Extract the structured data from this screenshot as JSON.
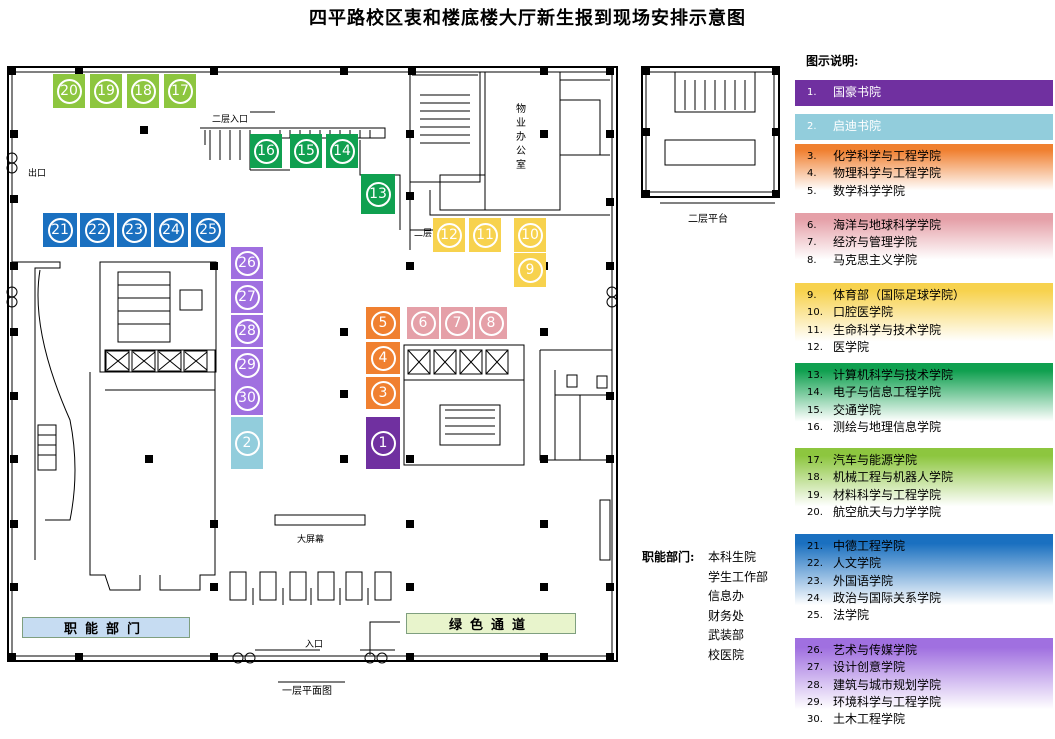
{
  "title": "四平路校区衷和楼底楼大厅新生报到现场安排示意图",
  "plan_labels": {
    "exit": "出口",
    "entrance": "入口",
    "second_floor_entrance": "二层入口",
    "second_floor_short": "二层",
    "property_office": [
      "物",
      "业",
      "办",
      "公",
      "室"
    ],
    "big_screen": "大屏幕",
    "floor1_caption": "一层平面图",
    "floor2_caption": "二层平台",
    "functional_zone": "职能部门",
    "green_channel": "绿色通道"
  },
  "booths": [
    {
      "n": "1",
      "color": "#7030a0"
    },
    {
      "n": "2",
      "color": "#92cddc"
    },
    {
      "n": "3",
      "color": "#f08030"
    },
    {
      "n": "4",
      "color": "#f08030"
    },
    {
      "n": "5",
      "color": "#f08030"
    },
    {
      "n": "6",
      "color": "#e5a0a8"
    },
    {
      "n": "7",
      "color": "#e5a0a8"
    },
    {
      "n": "8",
      "color": "#e5a0a8"
    },
    {
      "n": "9",
      "color": "#f7d24e"
    },
    {
      "n": "10",
      "color": "#f7d24e"
    },
    {
      "n": "11",
      "color": "#f7d24e"
    },
    {
      "n": "12",
      "color": "#f7d24e"
    },
    {
      "n": "13",
      "color": "#10a050"
    },
    {
      "n": "14",
      "color": "#10a050"
    },
    {
      "n": "15",
      "color": "#10a050"
    },
    {
      "n": "16",
      "color": "#10a050"
    },
    {
      "n": "17",
      "color": "#8dc63f"
    },
    {
      "n": "18",
      "color": "#8dc63f"
    },
    {
      "n": "19",
      "color": "#8dc63f"
    },
    {
      "n": "20",
      "color": "#8dc63f"
    },
    {
      "n": "21",
      "color": "#1a70c0"
    },
    {
      "n": "22",
      "color": "#1a70c0"
    },
    {
      "n": "23",
      "color": "#1a70c0"
    },
    {
      "n": "24",
      "color": "#1a70c0"
    },
    {
      "n": "25",
      "color": "#1a70c0"
    },
    {
      "n": "26",
      "color": "#a070e0"
    },
    {
      "n": "27",
      "color": "#a070e0"
    },
    {
      "n": "28",
      "color": "#a070e0"
    },
    {
      "n": "29",
      "color": "#a070e0"
    },
    {
      "n": "30",
      "color": "#a070e0"
    }
  ],
  "legend": {
    "title": "图示说明:",
    "groups": [
      {
        "color_top": "#7030a0",
        "color_bottom": "#7030a0",
        "text_color": "#ffffff",
        "items": [
          {
            "num": "1.",
            "name": "国豪书院"
          }
        ]
      },
      {
        "color_top": "#92cddc",
        "color_bottom": "#92cddc",
        "text_color": "#ffffff",
        "items": [
          {
            "num": "2.",
            "name": "启迪书院"
          }
        ]
      },
      {
        "color_top": "#f08030",
        "color_bottom": "#ffffff",
        "text_color": "#000000",
        "items": [
          {
            "num": "3.",
            "name": "化学科学与工程学院"
          },
          {
            "num": "4.",
            "name": "物理科学与工程学院"
          },
          {
            "num": "5.",
            "name": "数学科学学院"
          }
        ]
      },
      {
        "color_top": "#e5a0a8",
        "color_bottom": "#ffffff",
        "text_color": "#000000",
        "items": [
          {
            "num": "6.",
            "name": "海洋与地球科学学院"
          },
          {
            "num": "7.",
            "name": "经济与管理学院"
          },
          {
            "num": "8.",
            "name": "马克思主义学院"
          }
        ]
      },
      {
        "color_top": "#f7d24e",
        "color_bottom": "#ffffff",
        "text_color": "#000000",
        "items": [
          {
            "num": "9.",
            "name": "体育部（国际足球学院）"
          },
          {
            "num": "10.",
            "name": "口腔医学院"
          },
          {
            "num": "11.",
            "name": "生命科学与技术学院"
          },
          {
            "num": "12.",
            "name": "医学院"
          }
        ]
      },
      {
        "color_top": "#10a050",
        "color_bottom": "#ffffff",
        "text_color": "#000000",
        "items": [
          {
            "num": "13.",
            "name": "计算机科学与技术学院"
          },
          {
            "num": "14.",
            "name": "电子与信息工程学院"
          },
          {
            "num": "15.",
            "name": "交通学院"
          },
          {
            "num": "16.",
            "name": "测绘与地理信息学院"
          }
        ]
      },
      {
        "color_top": "#8dc63f",
        "color_bottom": "#ffffff",
        "text_color": "#000000",
        "items": [
          {
            "num": "17.",
            "name": "汽车与能源学院"
          },
          {
            "num": "18.",
            "name": "机械工程与机器人学院"
          },
          {
            "num": "19.",
            "name": "材料科学与工程学院"
          },
          {
            "num": "20.",
            "name": "航空航天与力学学院"
          }
        ]
      },
      {
        "color_top": "#1a70c0",
        "color_bottom": "#ffffff",
        "text_color": "#000000",
        "items": [
          {
            "num": "21.",
            "name": "中德工程学院"
          },
          {
            "num": "22.",
            "name": "人文学院"
          },
          {
            "num": "23.",
            "name": "外国语学院"
          },
          {
            "num": "24.",
            "name": "政治与国际关系学院"
          },
          {
            "num": "25.",
            "name": "法学院"
          }
        ]
      },
      {
        "color_top": "#a070e0",
        "color_bottom": "#ffffff",
        "text_color": "#000000",
        "items": [
          {
            "num": "26.",
            "name": "艺术与传媒学院"
          },
          {
            "num": "27.",
            "name": "设计创意学院"
          },
          {
            "num": "28.",
            "name": "建筑与城市规划学院"
          },
          {
            "num": "29.",
            "name": "环境科学与工程学院"
          },
          {
            "num": "30.",
            "name": "土木工程学院"
          }
        ]
      }
    ]
  },
  "departments": {
    "heading": "职能部门:",
    "items": [
      "本科生院",
      "学生工作部",
      "信息办",
      "财务处",
      "武装部",
      "校医院"
    ]
  },
  "colors": {
    "functional_zone_bg": "#c6dcf2",
    "green_channel_bg": "#e8f4cc",
    "wall": "#000000"
  }
}
